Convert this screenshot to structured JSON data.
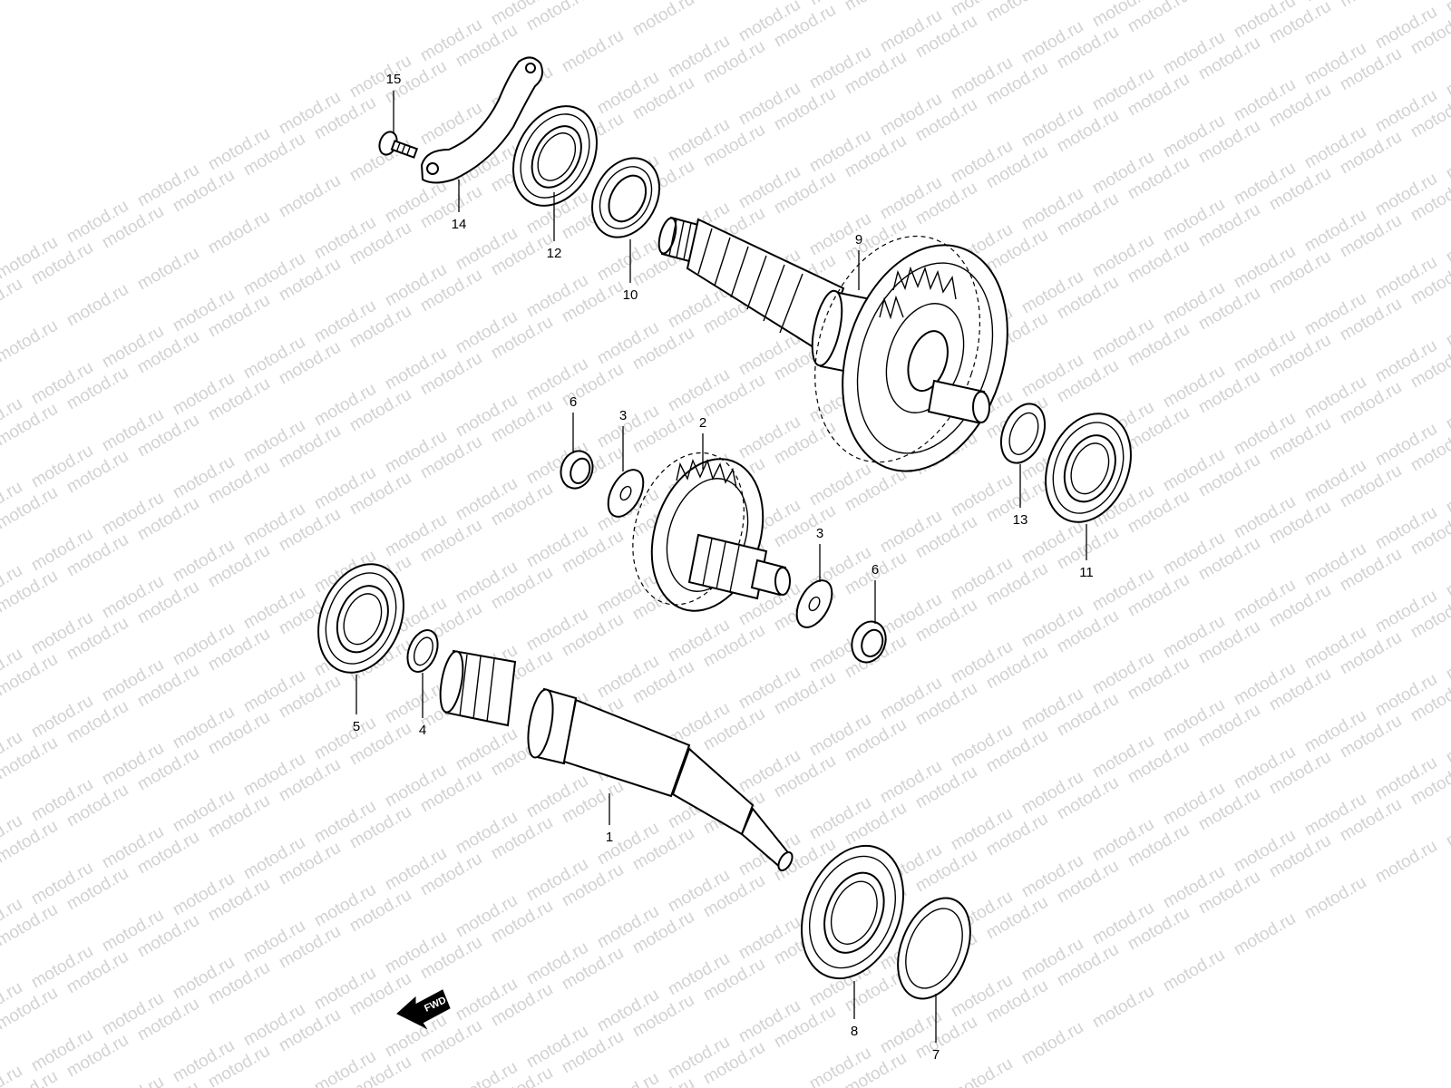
{
  "watermark": "motod.ru",
  "fwd_label": "FWD",
  "callouts": {
    "c1": "1",
    "c2": "2",
    "c3a": "3",
    "c3b": "3",
    "c4": "4",
    "c5": "5",
    "c6a": "6",
    "c6b": "6",
    "c7": "7",
    "c8": "8",
    "c9": "9",
    "c10": "10",
    "c11": "11",
    "c12": "12",
    "c13": "13",
    "c14": "14",
    "c15": "15"
  }
}
